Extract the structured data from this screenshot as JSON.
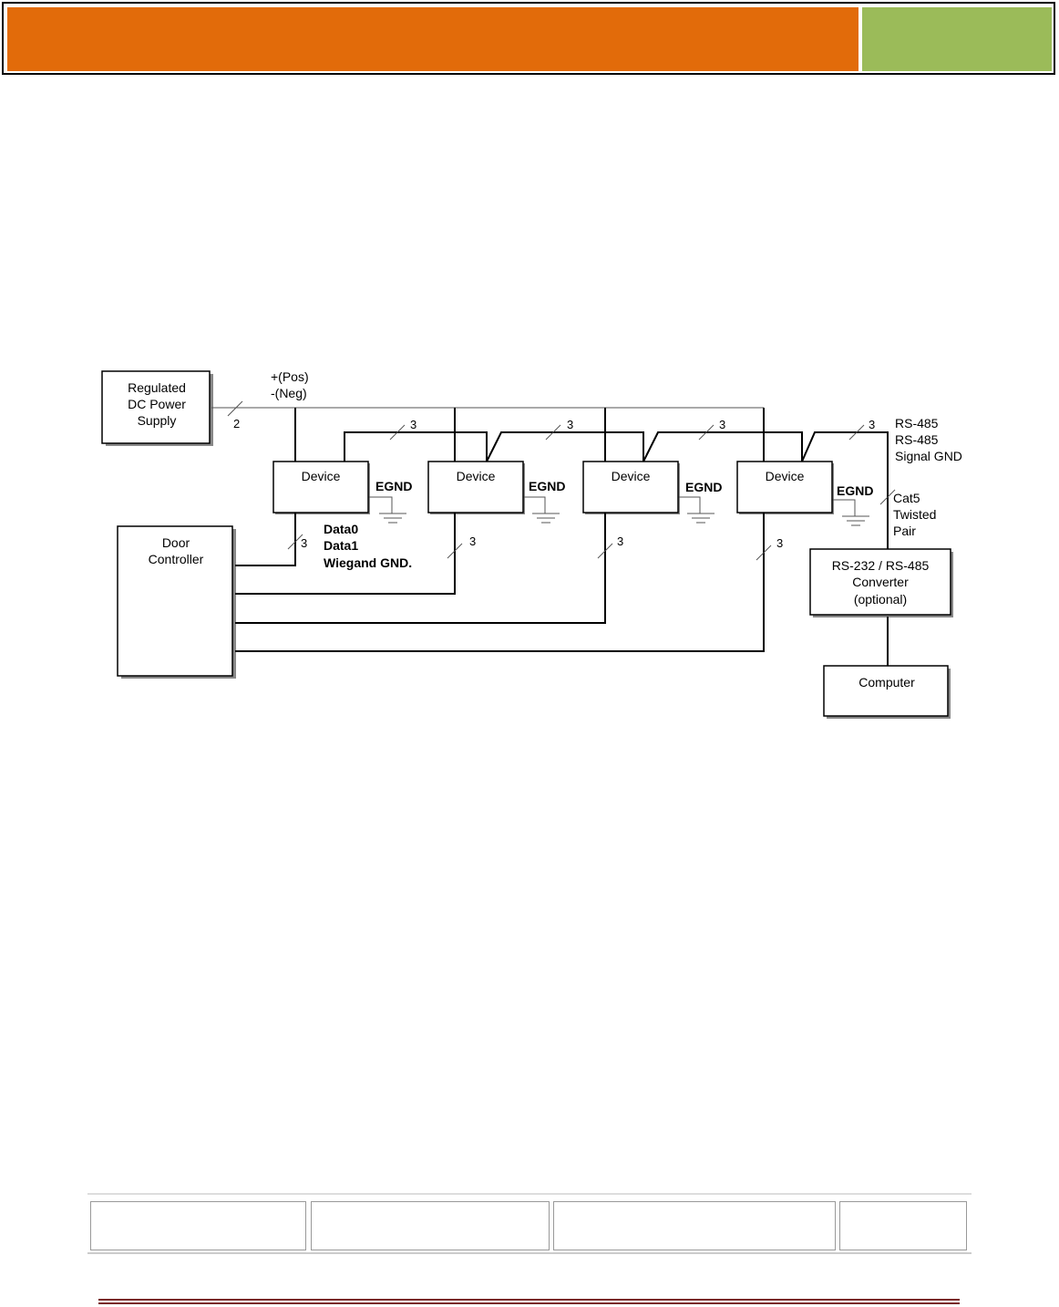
{
  "colors": {
    "header_orange": "#e26b0a",
    "header_green": "#9bbb59",
    "footer_rule": "#7a2a2a"
  },
  "diagram": {
    "power_supply": [
      "Regulated",
      "DC Power",
      "Supply"
    ],
    "power_labels": [
      "+(Pos)",
      "-(Neg)"
    ],
    "power_wire_count": "2",
    "devices": [
      {
        "label": "Device",
        "egnd": "EGND",
        "data_count": "3",
        "bus_count": "3"
      },
      {
        "label": "Device",
        "egnd": "EGND",
        "data_count": "3",
        "bus_count": "3"
      },
      {
        "label": "Device",
        "egnd": "EGND",
        "data_count": "3",
        "bus_count": "3"
      },
      {
        "label": "Device",
        "egnd": "EGND",
        "data_count": "3",
        "bus_count": "3"
      }
    ],
    "door_controller": [
      "Door",
      "Controller"
    ],
    "data_labels": [
      "Data0",
      "Data1",
      "Wiegand GND."
    ],
    "rs485_labels": [
      "RS-485",
      "RS-485",
      "Signal GND"
    ],
    "cable_labels": [
      "Cat5",
      "Twisted",
      "Pair"
    ],
    "converter": [
      "RS-232 / RS-485",
      "Converter",
      "(optional)"
    ],
    "computer": "Computer"
  }
}
